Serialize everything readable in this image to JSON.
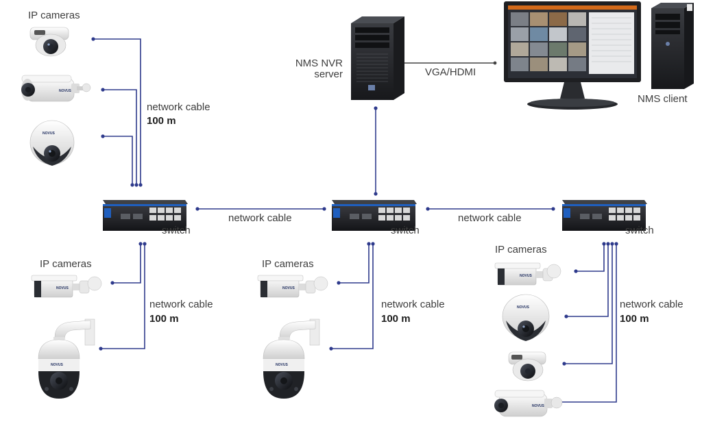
{
  "labels": {
    "ip_cameras": "IP cameras",
    "network_cable": "network cable",
    "distance": "100 m",
    "switch": "switch",
    "nvr_line1": "NMS NVR",
    "nvr_line2": "server",
    "vga_hdmi": "VGA/HDMI",
    "nms_client": "NMS client",
    "brand": "NOVUS"
  },
  "colors": {
    "cable": "#2e3a8c",
    "switch_body": "#27292d",
    "switch_accent": "#1f5fbf",
    "camera_white": "#f3f3f3",
    "monitor_frame": "#1e1f22",
    "server_body": "#2a2c30"
  },
  "icons": [
    "dome-camera-icon",
    "bullet-camera-icon",
    "ptz-camera-icon",
    "network-switch-icon",
    "server-tower-icon",
    "monitor-icon",
    "pc-tower-icon"
  ]
}
